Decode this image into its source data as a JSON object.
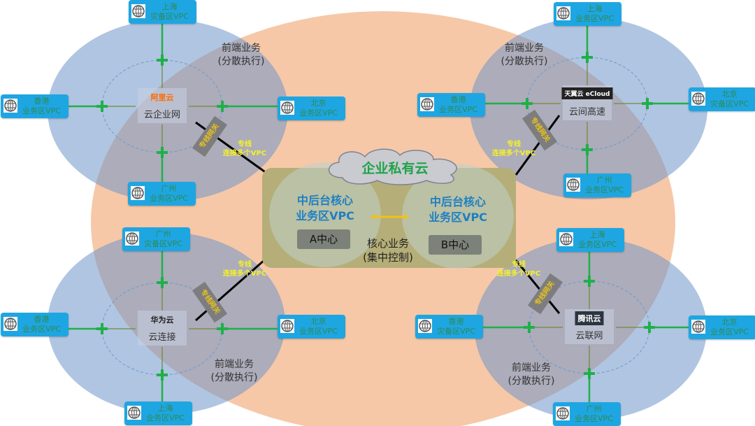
{
  "private_cloud": {
    "title": "企业私有云",
    "center_a": {
      "line1": "中后台核心",
      "line2": "业务区VPC",
      "badge": "A中心"
    },
    "center_b": {
      "line1": "中后台核心",
      "line2": "业务区VPC",
      "badge": "B中心"
    },
    "core_label": {
      "line1": "核心业务",
      "line2": "(集中控制)"
    }
  },
  "colors": {
    "vpc_box": "#1ea6e2",
    "core_box": "#b5ae78",
    "peach": "#f6c8a8",
    "connector": "#1fb04a",
    "link_text": "#f5f02a"
  },
  "clusters": [
    {
      "provider": "阿里云",
      "service": "云企业网",
      "label_line1": "前端业务",
      "label_line2": "(分散执行)",
      "gateway": "专线网关",
      "link_line1": "专线",
      "link_line2": "连接多个VPC",
      "vpcs": [
        {
          "city": "上海",
          "zone": "灾备区VPC"
        },
        {
          "city": "香港",
          "zone": "业务区VPC"
        },
        {
          "city": "北京",
          "zone": "业务区VPC"
        },
        {
          "city": "广州",
          "zone": "业务区VPC"
        }
      ]
    },
    {
      "provider": "天翼云 eCloud",
      "service": "云间高速",
      "label_line1": "前端业务",
      "label_line2": "(分散执行)",
      "gateway": "专线网关",
      "link_line1": "专线",
      "link_line2": "连接多个VPC",
      "vpcs": [
        {
          "city": "上海",
          "zone": "业务区VPC"
        },
        {
          "city": "香港",
          "zone": "业务区VPC"
        },
        {
          "city": "北京",
          "zone": "灾备区VPC"
        },
        {
          "city": "广州",
          "zone": "业务区VPC"
        }
      ]
    },
    {
      "provider": "华为云",
      "service": "云连接",
      "label_line1": "前端业务",
      "label_line2": "(分散执行)",
      "gateway": "专线网关",
      "link_line1": "专线",
      "link_line2": "连接多个VPC",
      "vpcs": [
        {
          "city": "广州",
          "zone": "灾备区VPC"
        },
        {
          "city": "香港",
          "zone": "业务区VPC"
        },
        {
          "city": "北京",
          "zone": "业务区VPC"
        },
        {
          "city": "上海",
          "zone": "业务区VPC"
        }
      ]
    },
    {
      "provider": "腾讯云",
      "service": "云联网",
      "label_line1": "前端业务",
      "label_line2": "(分散执行)",
      "gateway": "专线网关",
      "link_line1": "专线",
      "link_line2": "连接多个VPC",
      "vpcs": [
        {
          "city": "上海",
          "zone": "业务区VPC"
        },
        {
          "city": "香港",
          "zone": "灾备区VPC"
        },
        {
          "city": "北京",
          "zone": "业务区VPC"
        },
        {
          "city": "广州",
          "zone": "业务区VPC"
        }
      ]
    }
  ]
}
